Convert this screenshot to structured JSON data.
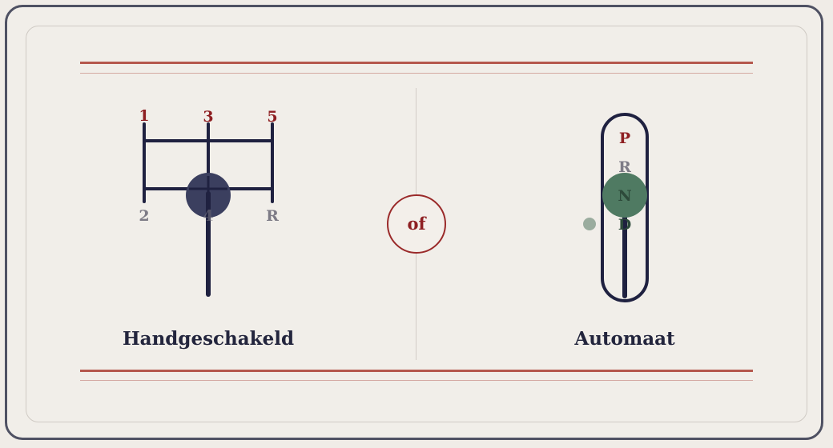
{
  "manual": {
    "caption": "Handgeschakeld",
    "gears_top": [
      "1",
      "3",
      "5"
    ],
    "gears_bottom": [
      "2",
      "4",
      "R"
    ]
  },
  "connector": {
    "label": "of"
  },
  "automatic": {
    "caption": "Automaat",
    "positions": [
      "P",
      "R",
      "N",
      "D"
    ],
    "selected": "N"
  },
  "colors": {
    "frame": "#4f5163",
    "accent_red": "#8e1f22",
    "rule": "#b5584d",
    "shifter": "#1f2140",
    "knob_manual": "#3b3f5f",
    "knob_auto": "#4f7a62"
  }
}
